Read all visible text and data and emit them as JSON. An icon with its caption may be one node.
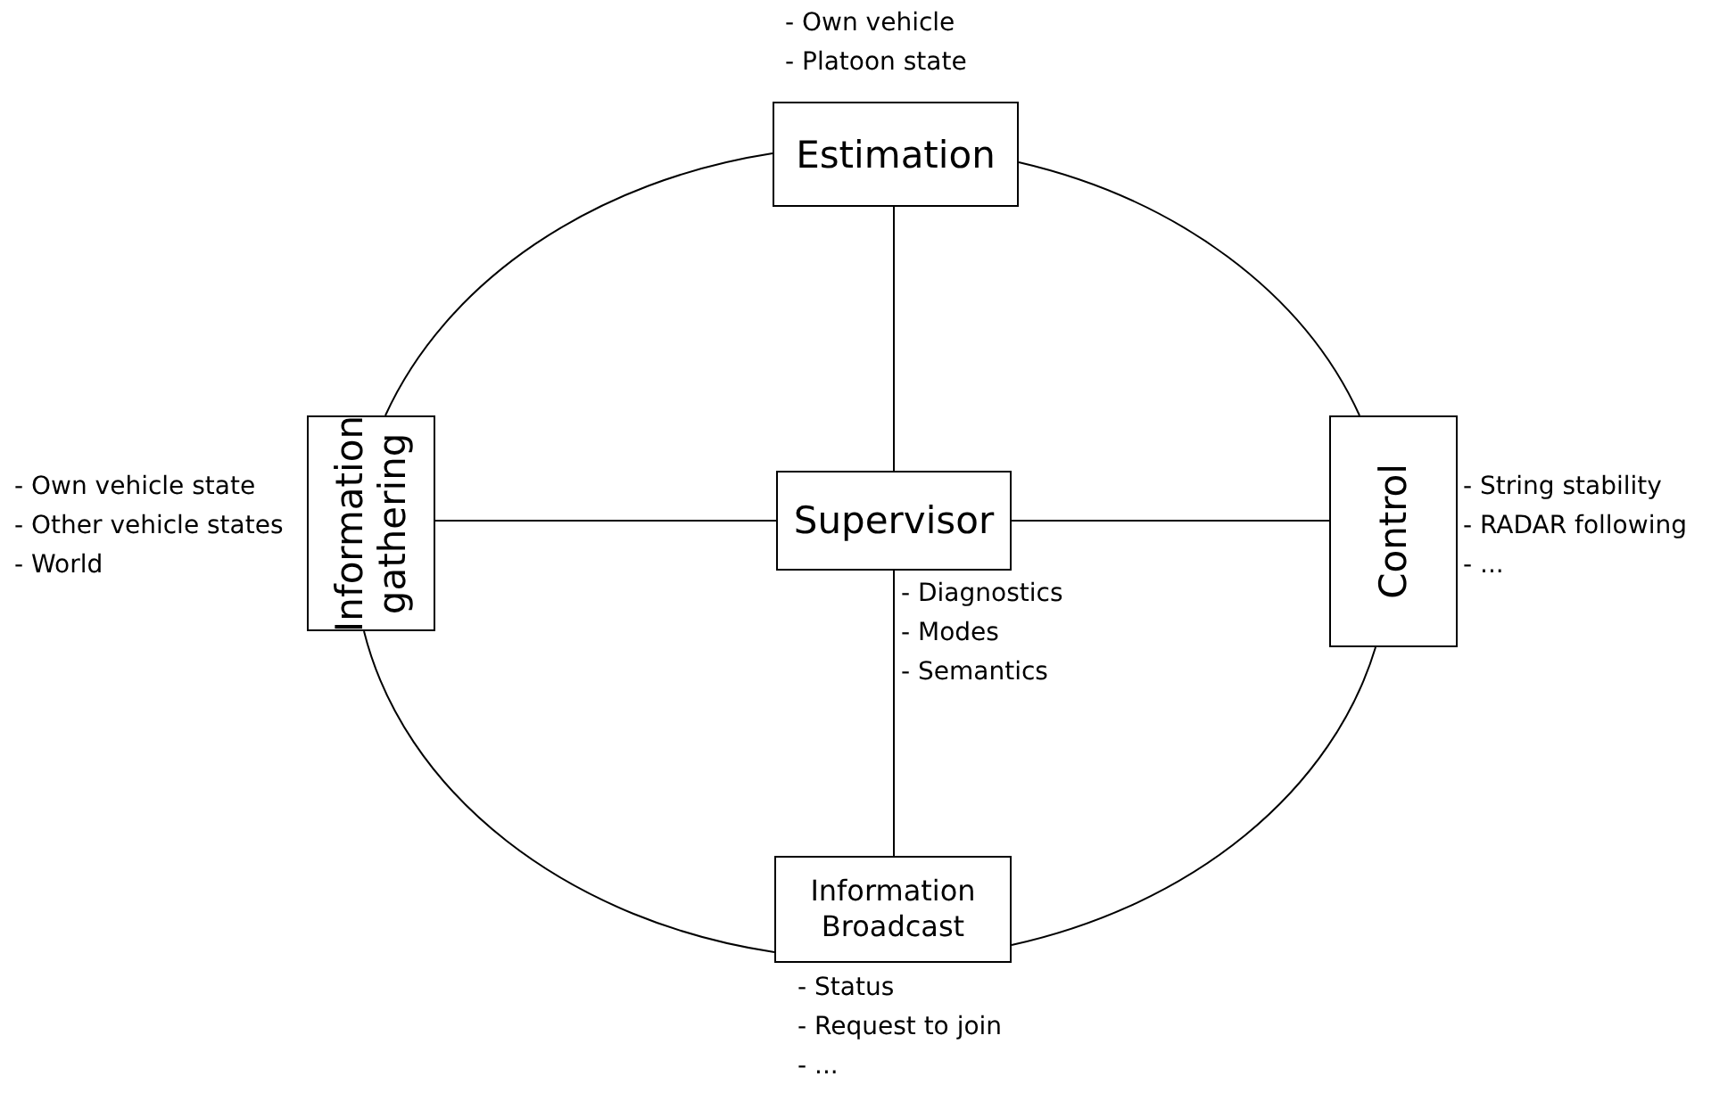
{
  "diagram": {
    "nodes": [
      {
        "text": [
          "Estimation"
        ],
        "beside": [
          "- Own vehicle",
          "- Platoon state"
        ]
      },
      {
        "text": [
          "Information gathering"
        ],
        "beside": [
          "- Own vehicle state",
          "- Other vehicle states",
          "- World"
        ]
      },
      {
        "text": [
          "Supervisor"
        ],
        "beside": [
          "- Diagnostics",
          "- Modes",
          "- Semantics"
        ]
      },
      {
        "text": [
          "Control"
        ],
        "beside": [
          "- String stability",
          "- RADAR following",
          "- ..."
        ]
      },
      {
        "text": [
          "Information Broadcast"
        ],
        "beside": [
          "- Status",
          "- Request to join",
          "- ..."
        ]
      }
    ],
    "edges": [
      {
        "from": 0,
        "to": 3,
        "arrow": "none"
      },
      {
        "from": 3,
        "to": 4,
        "arrow": "none"
      },
      {
        "from": 4,
        "to": 1,
        "arrow": "none"
      },
      {
        "from": 1,
        "to": 0,
        "arrow": "none"
      },
      {
        "from": 2,
        "to": 0,
        "arrow": "none"
      },
      {
        "from": 2,
        "to": 1,
        "arrow": "none"
      },
      {
        "from": 2,
        "to": 3,
        "arrow": "none"
      },
      {
        "from": 2,
        "to": 4,
        "arrow": "none"
      }
    ]
  }
}
